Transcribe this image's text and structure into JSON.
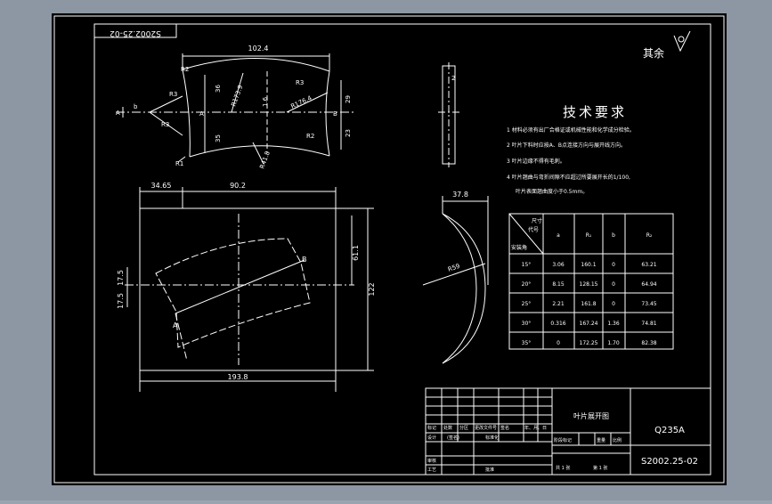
{
  "colors": {
    "frame_bg": "#8d97a3",
    "paper": "#000000",
    "line": "#ffffff"
  },
  "drawing": {
    "corner_code_rotated": "S2002.25-02",
    "roughness_note": "其余",
    "tech_title": "技术要求",
    "tech_notes": [
      "1 材料必须有出厂合格证或机械性能和化学成分检验。",
      "2 叶片下料时应按A、B点连接方向与展开线方向。",
      "3 叶片边缘不得有毛刺。",
      "4 叶片翘曲与弯折间隙不应超过所要展开长的1/100,",
      "叶片表面翘曲度小于0.5mm。"
    ],
    "top_view": {
      "dim_width": "102.4",
      "r_top": "R2",
      "r_left": "R3",
      "r_left2": "R3",
      "r_bottom": "R1",
      "r_right_top": "R3",
      "r_right_bottom": "R2",
      "d36_top": "36",
      "d35_bottom": "35",
      "r173": "R173.9",
      "r176": "R176.4",
      "r41": "R41.8",
      "d1_6": "1.6",
      "d29_top": "29",
      "d23_bottom": "23",
      "pt_a": "A",
      "pt_b": "B",
      "pt_a_left": "A",
      "pt_b_left": "b"
    },
    "side_view": {
      "thickness": "2"
    },
    "main_view": {
      "d34": "34.65",
      "d90": "90.2",
      "d61": "61.1",
      "d122": "122",
      "d17_left": "17.5",
      "d17_inner": "17.5",
      "d193": "193.8",
      "pt_a": "A",
      "pt_b": "B"
    },
    "right_view": {
      "d37": "37.8",
      "r59": "R59"
    },
    "param_table": {
      "header_top": "尺寸",
      "header_mid": "代号",
      "header_left": "安装角",
      "col_headers": [
        "a",
        "R₁",
        "b",
        "R₂"
      ],
      "rows": [
        [
          "15°",
          "3.06",
          "160.1",
          "0",
          "63.21"
        ],
        [
          "20°",
          "8.15",
          "128.15",
          "0",
          "64.94"
        ],
        [
          "25°",
          "2.21",
          "161.8",
          "0",
          "73.45"
        ],
        [
          "30°",
          "0.316",
          "167.24",
          "1.36",
          "74.81"
        ],
        [
          "35°",
          "0",
          "172.25",
          "1.70",
          "82.38"
        ]
      ]
    },
    "title_block": {
      "part_name": "叶片展开图",
      "material": "Q235A",
      "drawing_no": "S2002.25-02",
      "row_labels": [
        "标记",
        "处数",
        "分区",
        "更改文件号",
        "签名",
        "年、月、日"
      ],
      "design_row": [
        "设计",
        "(签名)",
        "标准化"
      ],
      "audit_label": "审核",
      "process_label": "工艺",
      "approve_label": "批准",
      "mid_labels": [
        "阶段标记",
        "重量",
        "比例"
      ],
      "sheet_text": [
        "共 1 张",
        "第 1 张"
      ]
    }
  }
}
